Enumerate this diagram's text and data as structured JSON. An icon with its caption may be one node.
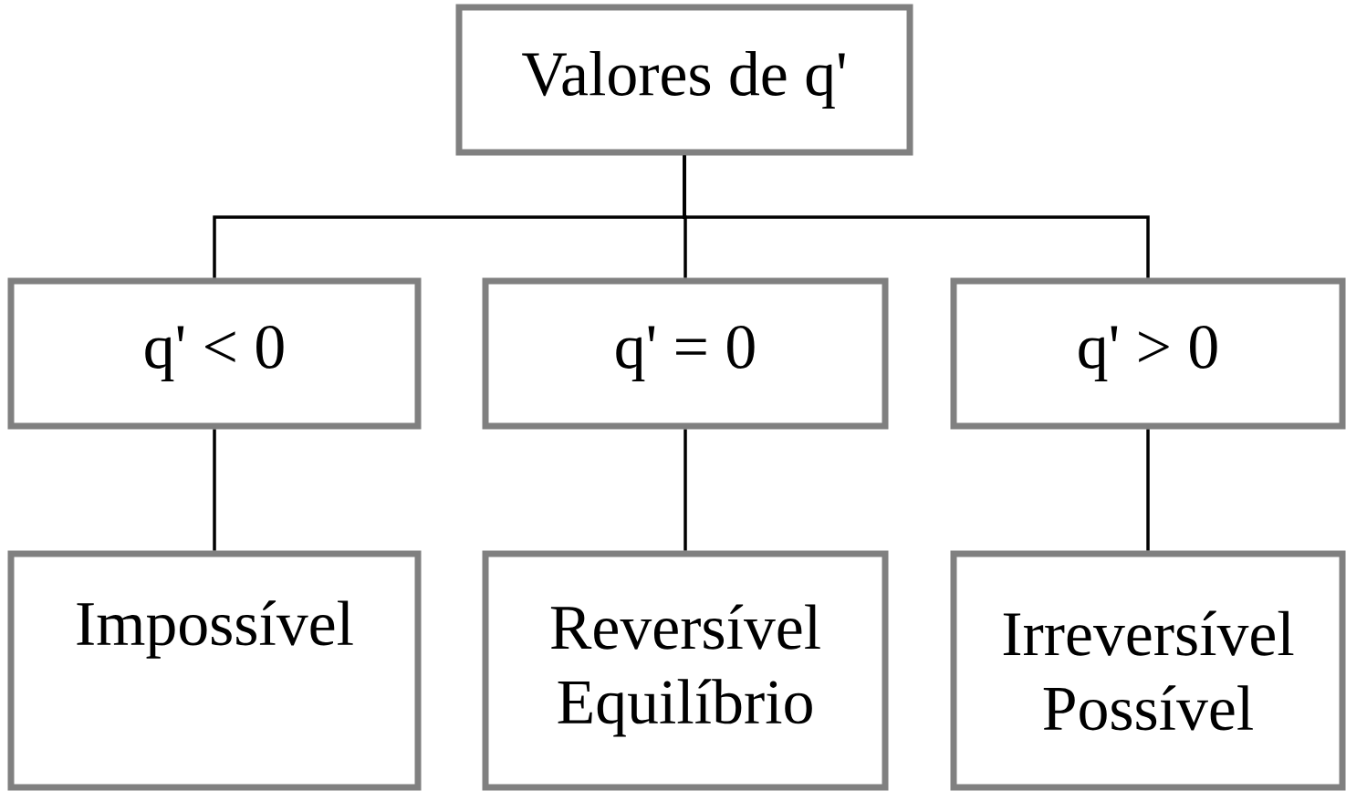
{
  "diagram": {
    "nodes": [
      {
        "text": [
          "Valores de q'"
        ]
      },
      {
        "text": [
          "q' < 0"
        ]
      },
      {
        "text": [
          "q' = 0"
        ]
      },
      {
        "text": [
          "q' > 0"
        ]
      },
      {
        "text": [
          "Impossível"
        ]
      },
      {
        "text": [
          "Reversível",
          "Equilíbrio"
        ]
      },
      {
        "text": [
          "Irreversível",
          "Possível"
        ]
      }
    ],
    "edges": [
      {
        "from": 0,
        "to": 1,
        "arrow": "none"
      },
      {
        "from": 0,
        "to": 2,
        "arrow": "none"
      },
      {
        "from": 0,
        "to": 3,
        "arrow": "none"
      },
      {
        "from": 1,
        "to": 4,
        "arrow": "none"
      },
      {
        "from": 2,
        "to": 5,
        "arrow": "none"
      },
      {
        "from": 3,
        "to": 6,
        "arrow": "none"
      }
    ]
  }
}
